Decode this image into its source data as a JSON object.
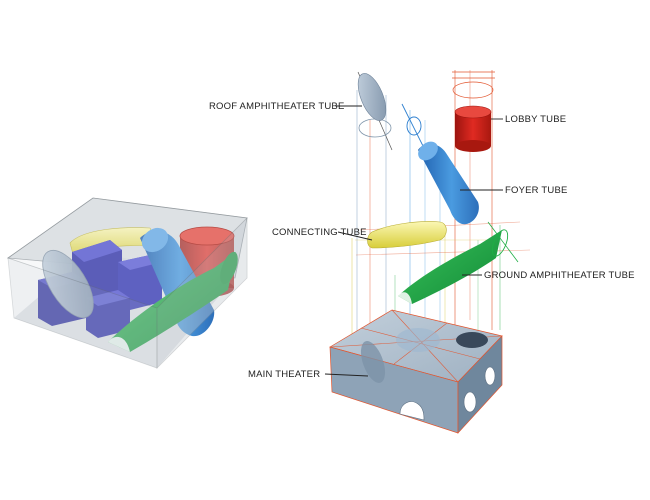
{
  "labels": {
    "roof": "ROOF AMPHITHEATER TUBE",
    "lobby": "LOBBY TUBE",
    "foyer": "FOYER TUBE",
    "connecting": "CONNECTING TUBE",
    "ground": "GROUND AMPHITHEATER TUBE",
    "main": "MAIN THEATER"
  },
  "colors": {
    "lobby": "#d7261e",
    "foyer": "#3b8fd6",
    "connecting": "#f2ea6e",
    "ground": "#1fae45",
    "roof": "#9fb3c8",
    "blocks": "#2e2fa8",
    "box": "#c9d3dc",
    "guide": "#e2552e"
  }
}
